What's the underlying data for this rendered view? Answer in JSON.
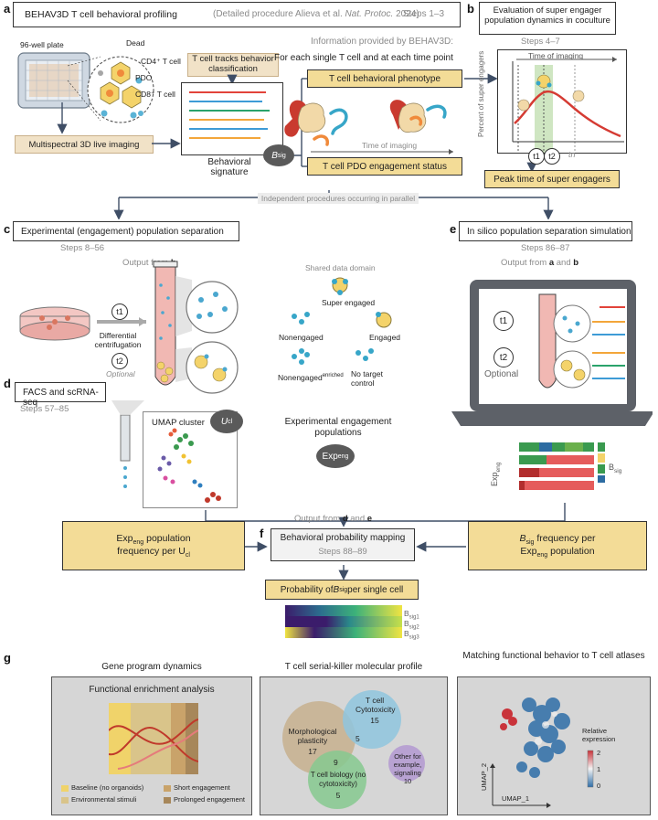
{
  "panel_letters": {
    "a": "a",
    "b": "b",
    "c": "c",
    "d": "d",
    "e": "e",
    "f": "f",
    "g": "g"
  },
  "a": {
    "title": "BEHAV3D T cell behavioral profiling",
    "detail_pre": "(Detailed procedure Alieva et al. ",
    "detail_italic": "Nat. Protoc.",
    "detail_post": " 2024)",
    "steps": "Steps 1–3",
    "plate": "96-well plate",
    "dead": "Dead",
    "cd4": "CD4⁺ T cell",
    "pdo": "PDO",
    "cd8": "CD8⁺ T cell",
    "imaging": "Multispectral 3D live imaging",
    "tracks": "T cell tracks behavior classification",
    "behavioral": "Behavioral signature",
    "bsig": "B",
    "bsig_sub": "sig",
    "info": "Information provided by BEHAV3D:",
    "each": "For each single T cell and at each time point",
    "phenotype": "T cell behavioral phenotype",
    "time_imaging": "Time of imaging",
    "engagement": "T cell PDO engagement status"
  },
  "b": {
    "title": "Evaluation of super engager population dynamics in coculture",
    "steps": "Steps 4–7",
    "time_imaging": "Time of imaging",
    "ylabel": "Percent of super engagers",
    "t1": "t1",
    "t2": "t2",
    "tn": "tn",
    "peak": "Peak time of super engagers"
  },
  "parallel": "Independent procedures occurring in parallel",
  "c": {
    "title": "Experimental (engagement) population separation",
    "steps": "Steps 8–56",
    "output_pre": "Output from ",
    "output_bold": "b",
    "t1": "t1",
    "t2": "t2",
    "centrifugation": "Differential centrifugation",
    "optional": "Optional"
  },
  "d": {
    "title": "FACS and scRNA-seq",
    "steps": "Steps 57–85",
    "umap": "UMAP cluster",
    "ucl": "U",
    "ucl_sub": "cl"
  },
  "shared": {
    "title": "Shared data domain",
    "super": "Super engaged",
    "non": "Nonengaged",
    "engaged": "Engaged",
    "nonenr": "Nonengaged",
    "nonenr_sup": "enriched",
    "notarget": "No target control",
    "populations": "Experimental engagement populations",
    "expeng": "Exp",
    "expeng_sub": "eng"
  },
  "e": {
    "title": "In silico population separation simulation",
    "steps": "Steps 86–87",
    "output_pre": "Output from ",
    "output_a": "a",
    "output_and": " and ",
    "output_b": "b",
    "t1": "t1",
    "t2": "t2",
    "optional": "Optional",
    "expeng": "Exp",
    "expeng_sub": "eng",
    "bsig": "B",
    "bsig_sub": "sig"
  },
  "f": {
    "output_pre": "Output from ",
    "output_d": "d",
    "output_and": " and ",
    "output_e": "e",
    "title": "Behavioral probability mapping",
    "steps": "Steps 88–89",
    "left_1": "Exp",
    "left_1_sub": "eng",
    "left_2": " population",
    "left_3": "frequency per U",
    "left_3_sub": "cl",
    "right_1": "B",
    "right_1_sub": "sig",
    "right_2": " frequency per",
    "right_3": "Exp",
    "right_3_sub": "eng",
    "right_4": " population",
    "prob_pre": "Probability of ",
    "prob_b": "B",
    "prob_sub": "sig",
    "prob_post": " per single cell",
    "bsig1": "B",
    "bsig1_sub": "sig1",
    "bsig2": "B",
    "bsig2_sub": "sig2",
    "bsig3": "B",
    "bsig3_sub": "sig3"
  },
  "g": {
    "title1": "Gene program dynamics",
    "sub1": "Functional enrichment analysis",
    "legend": [
      "Baseline (no organoids)",
      "Short engagement",
      "Environmental stimuli",
      "Prolonged engagement"
    ],
    "legend_colors": [
      "#f0d36a",
      "#d9c48a",
      "#c9a36a",
      "#a7875a"
    ],
    "title2": "T cell serial-killer molecular profile",
    "cyto": "T cell Cytotoxicity",
    "cyto_n": "15",
    "morph": "Morphological plasticity",
    "morph_n": "17",
    "overlap_a": "5",
    "overlap_b": "9",
    "bio": "T cell biology (no cytotoxicity)",
    "bio_n": "5",
    "other": "Other for example, signaling 10",
    "title3": "Matching functional behavior to T cell atlases",
    "rel": "Relative expression",
    "rel_max": "2",
    "rel_mid": "1",
    "rel_min": "0",
    "umap1": "UMAP_1",
    "umap2": "UMAP_2"
  }
}
